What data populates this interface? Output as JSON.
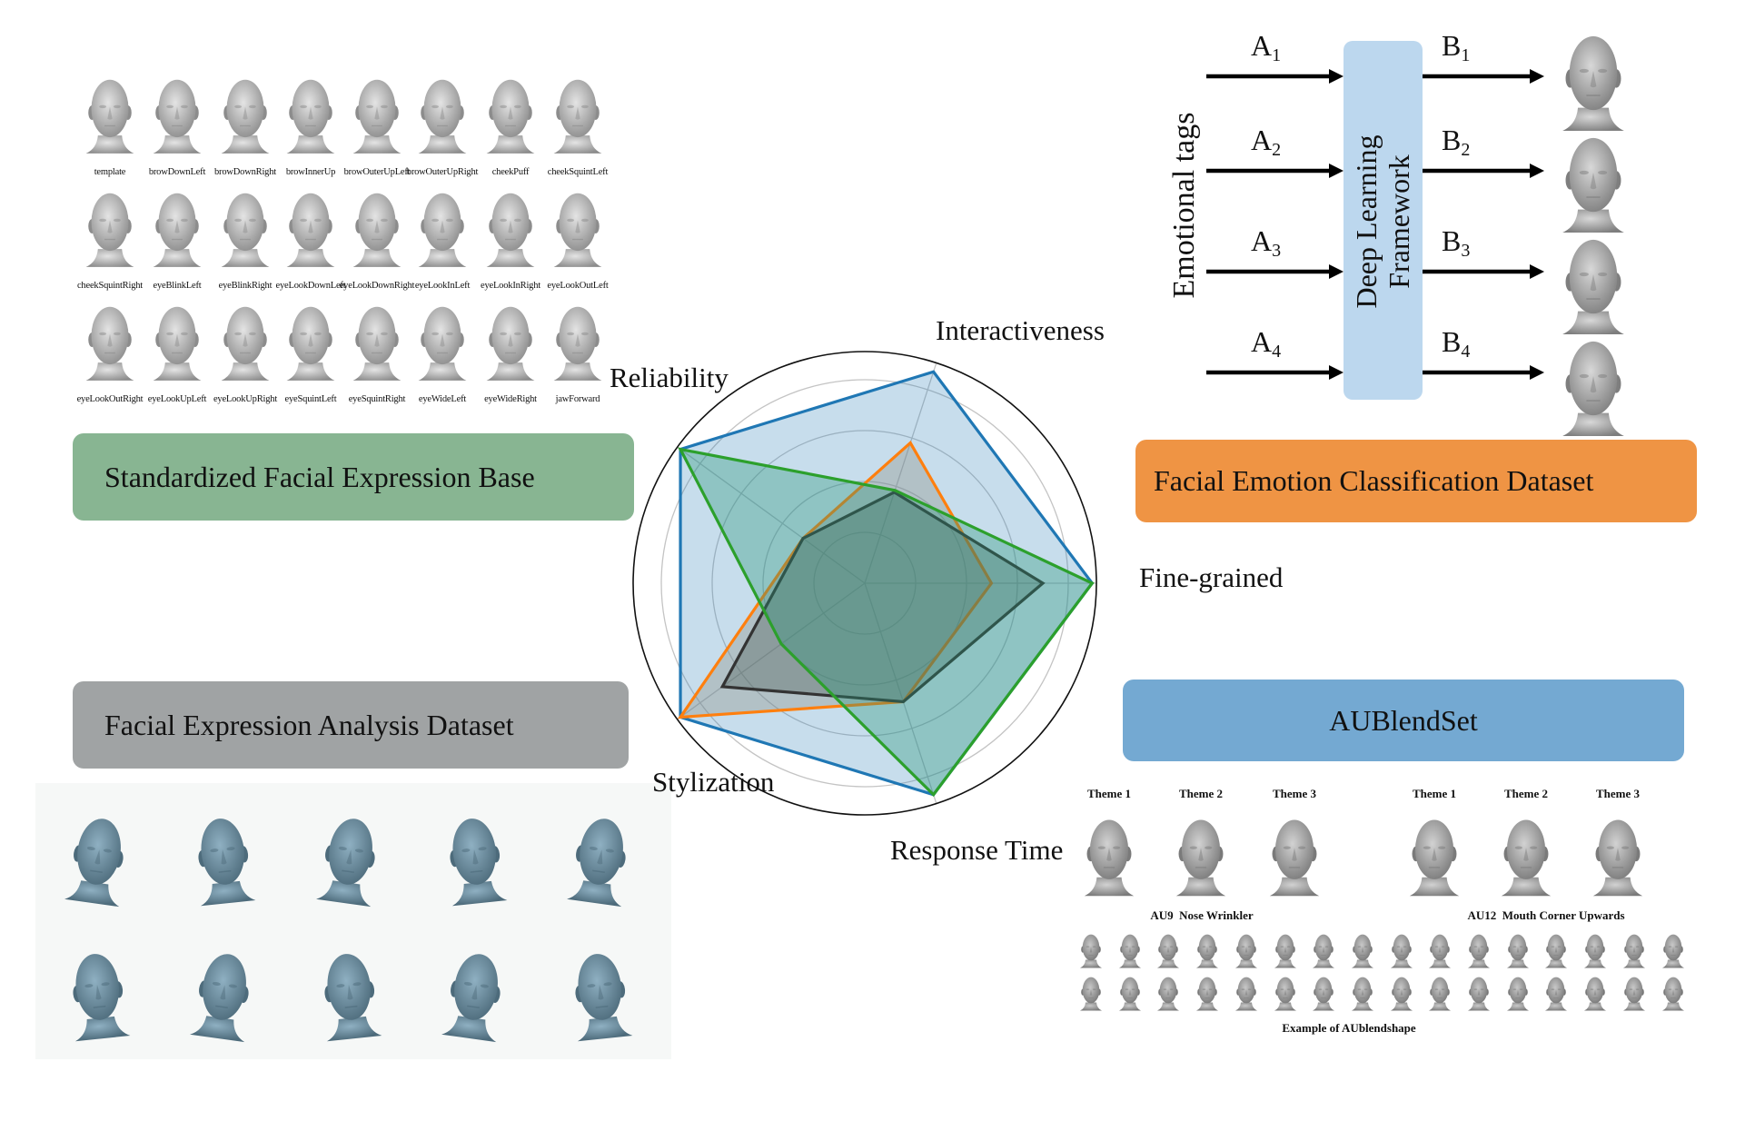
{
  "expression_base": {
    "labels": [
      "template",
      "browDownLeft",
      "browDownRight",
      "browInnerUp",
      "browOuterUpLeft",
      "browOuterUpRight",
      "cheekPuff",
      "cheekSquintLeft",
      "cheekSquintRight",
      "eyeBlinkLeft",
      "eyeBlinkRight",
      "eyeLookDownLeft",
      "eyeLookDownRight",
      "eyeLookInLeft",
      "eyeLookInRight",
      "eyeLookOutLeft",
      "eyeLookOutRight",
      "eyeLookUpLeft",
      "eyeLookUpRight",
      "eyeSquintLeft",
      "eyeSquintRight",
      "eyeWideLeft",
      "eyeWideRight",
      "jawForward"
    ]
  },
  "boxes": {
    "standardized": {
      "label": "Standardized Facial Expression Base",
      "color": "#88b592"
    },
    "emotion": {
      "label": "Facial Emotion Classification Dataset",
      "color": "#ef9444"
    },
    "analysis": {
      "label": "Facial Expression Analysis Dataset",
      "color": "#a0a3a4"
    },
    "aublendset": {
      "label": "AUBlendSet",
      "color": "#74a9d2"
    }
  },
  "framework": {
    "side_label": "Emotional tags",
    "box_line1": "Deep Learning",
    "box_line2": "Framework",
    "box_color": "#bcd7ee",
    "inputs": [
      {
        "l": "A",
        "s": "1"
      },
      {
        "l": "A",
        "s": "2"
      },
      {
        "l": "A",
        "s": "3"
      },
      {
        "l": "A",
        "s": "4"
      }
    ],
    "outputs": [
      {
        "l": "B",
        "s": "1"
      },
      {
        "l": "B",
        "s": "2"
      },
      {
        "l": "B",
        "s": "3"
      },
      {
        "l": "B",
        "s": "4"
      }
    ]
  },
  "aublend": {
    "themes_left": [
      "Theme 1",
      "Theme 2",
      "Theme 3"
    ],
    "themes_right": [
      "Theme 1",
      "Theme 2",
      "Theme 3"
    ],
    "au_left": "AU9  Nose Wrinkler",
    "au_right": "AU12  Mouth Corner Upwards",
    "caption": "Example of AUblendshape"
  },
  "chart_data": {
    "type": "radar",
    "axes": [
      "Fine-grained",
      "Interactiveness",
      "Reliability",
      "Stylization",
      "Response Time"
    ],
    "rlim": [
      0,
      4.55
    ],
    "grid": true,
    "rings": [
      1,
      2,
      3,
      4
    ],
    "series": [
      {
        "name": "AUBlendSet",
        "color": "#1f77b4",
        "values": [
          4.47,
          4.37,
          4.48,
          4.48,
          4.37
        ]
      },
      {
        "name": "Facial Emotion Classification Dataset",
        "color": "#ff7f0e",
        "values": [
          2.49,
          2.9,
          1.5,
          4.48,
          2.45
        ]
      },
      {
        "name": "Facial Expression Analysis Dataset",
        "color": "#333333",
        "values": [
          3.5,
          1.88,
          1.5,
          3.46,
          2.45
        ]
      },
      {
        "name": "Standardized Facial Expression Base",
        "color": "#2ca02c",
        "values": [
          4.47,
          1.92,
          4.48,
          2.03,
          4.37
        ]
      }
    ]
  }
}
